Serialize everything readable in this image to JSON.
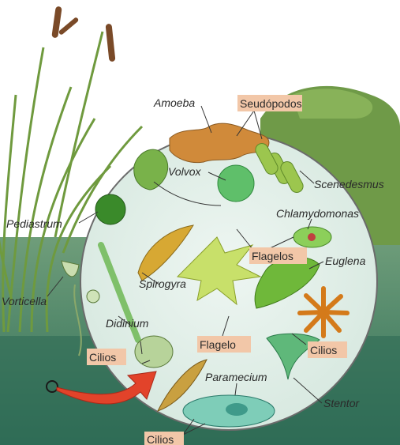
{
  "labels": {
    "amoeba": "Amoeba",
    "volvox": "Volvox",
    "scenedesmus": "Scenedesmus",
    "pediastrum": "Pediastrum",
    "chlamydomonas": "Chlamydomonas",
    "euglena": "Euglena",
    "spirogyra": "Spirogyra",
    "vorticella": "Vorticella",
    "didinium": "Didinium",
    "paramecium": "Paramecium",
    "stentor": "Stentor"
  },
  "tags": {
    "seudopodos": "Seudópodos",
    "flagelos": "Flagelos",
    "flagelo": "Flagelo",
    "cilios_left": "Cilios",
    "cilios_right": "Cilios",
    "cilios_bottom": "Cilios"
  },
  "colors": {
    "sky": "#ffffff",
    "water": "#3f7f66",
    "lens_fill": "#e3efe9",
    "tag_bg": "#f2c7a8",
    "arrow": "#e2432a"
  }
}
